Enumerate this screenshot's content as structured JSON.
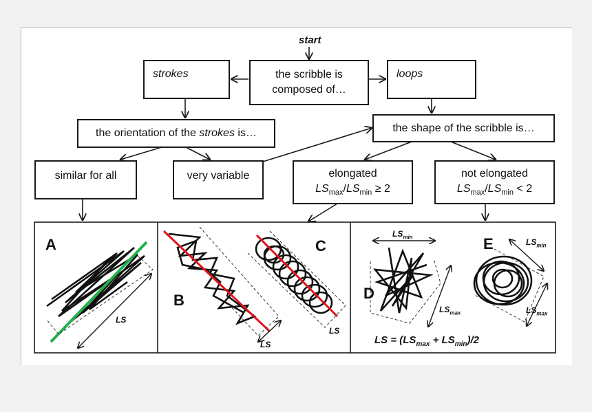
{
  "flow": {
    "start": "start",
    "strokes_label": "strokes",
    "composed_line1": "the scribble is",
    "composed_line2": "composed of…",
    "loops_label": "loops",
    "orientation_prefix": "the orientation of the ",
    "orientation_italic": "strokes",
    "orientation_suffix": " is…",
    "shape": "the shape of the scribble is…",
    "similar": "similar for all",
    "variable": "very variable",
    "elongated": "elongated",
    "not_elongated": "not elongated",
    "ls_max": "LS",
    "max_sub": "max",
    "ls_min": "LS",
    "min_sub": "min",
    "ge": " ≥ 2",
    "lt": " < 2"
  },
  "panels": {
    "A": "A",
    "B": "B",
    "C": "C",
    "D": "D",
    "E": "E",
    "ls": "LS",
    "ls_text": "LS",
    "min": "min",
    "max": "max",
    "formula_prefix": "LS = (LS",
    "formula_max": "max",
    "formula_mid": " + LS",
    "formula_min": "min",
    "formula_suffix": ")/2"
  },
  "colors": {
    "line": "#1a1a1a",
    "red": "#e0141a",
    "green": "#22b04a"
  }
}
